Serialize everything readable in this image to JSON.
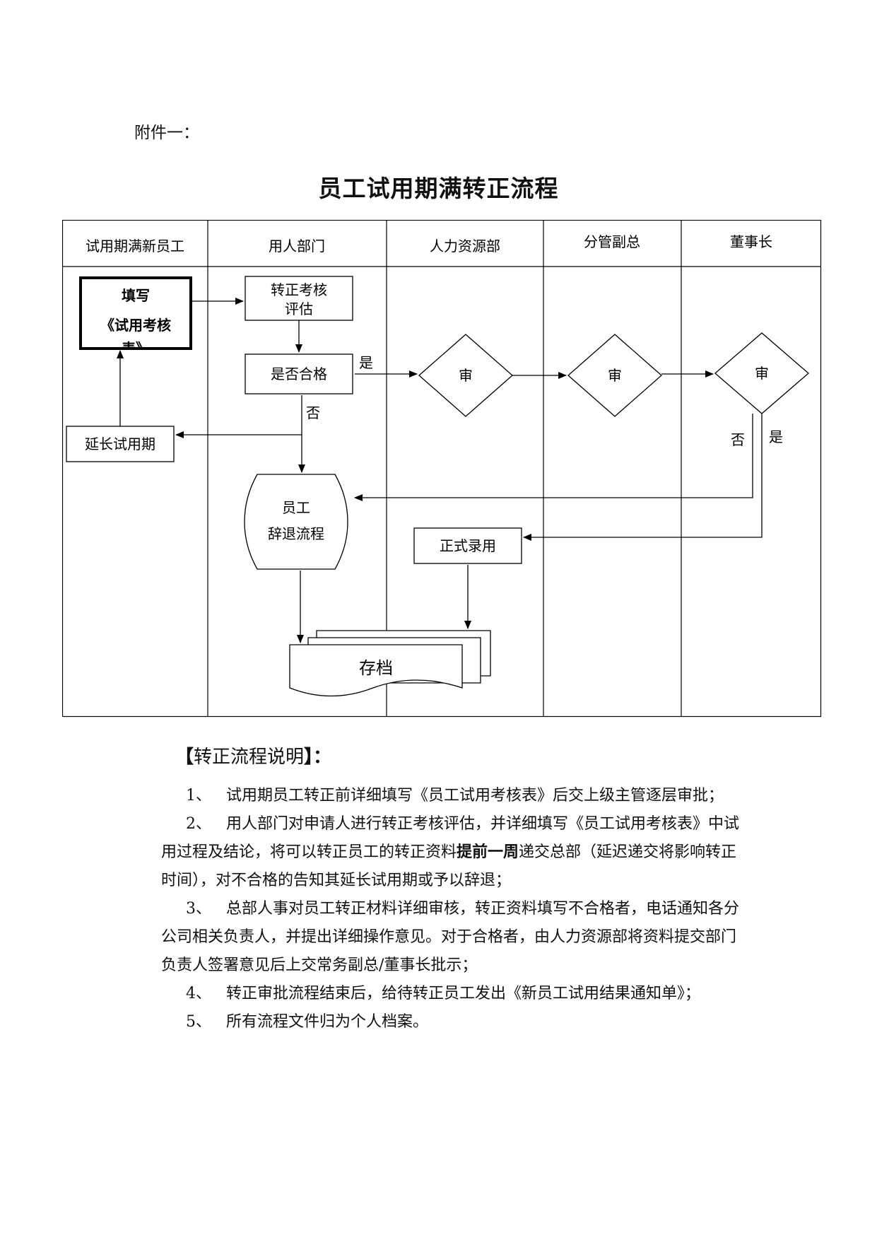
{
  "attachment_label": "附件一：",
  "title": "员工试用期满转正流程",
  "lanes": [
    "试用期满新员工",
    "用人部门",
    "人力资源部",
    "分管副总",
    "董事长"
  ],
  "nodes": {
    "fill_form_line1": "填写",
    "fill_form_line2": "《试用考核",
    "fill_form_line3": "表》",
    "evaluate_line1": "转正考核",
    "evaluate_line2": "评估",
    "qualified": "是否合格",
    "extend": "延长试用期",
    "dismiss_line1": "员工",
    "dismiss_line2": "辞退流程",
    "review_hr": "审",
    "review_vp": "审",
    "review_chair": "审",
    "hire": "正式录用",
    "archive": "存档"
  },
  "edge_labels": {
    "qualified_yes": "是",
    "qualified_no": "否",
    "chair_no": "否",
    "chair_yes": "是"
  },
  "explanation": {
    "heading_open": "【",
    "heading_text": "转正流程说明",
    "heading_close": "】：",
    "items": [
      {
        "num": "1、",
        "text": "试用期员工转正前详细填写《员工试用考核表》后交上级主管逐层审批；"
      },
      {
        "num": "2、",
        "text_before": "用人部门对申请人进行转正考核评估，并详细填写《员工试用考核表》中试用过程及结论，将可以转正员工的转正资料",
        "text_strong": "提前一周",
        "text_after": "递交总部（延迟递交将影响转正时间），对不合格的告知其延长试用期或予以辞退；"
      },
      {
        "num": "3、",
        "text": "总部人事对员工转正材料详细审核，转正资料填写不合格者，电话通知各分公司相关负责人，并提出详细操作意见。对于合格者，由人力资源部将资料提交部门负责人签署意见后上交常务副总/董事长批示；"
      },
      {
        "num": "4、",
        "text": "转正审批流程结束后，给待转正员工发出《新员工试用结果通知单》；"
      },
      {
        "num": "5、",
        "text": "所有流程文件归为个人档案。"
      }
    ]
  }
}
